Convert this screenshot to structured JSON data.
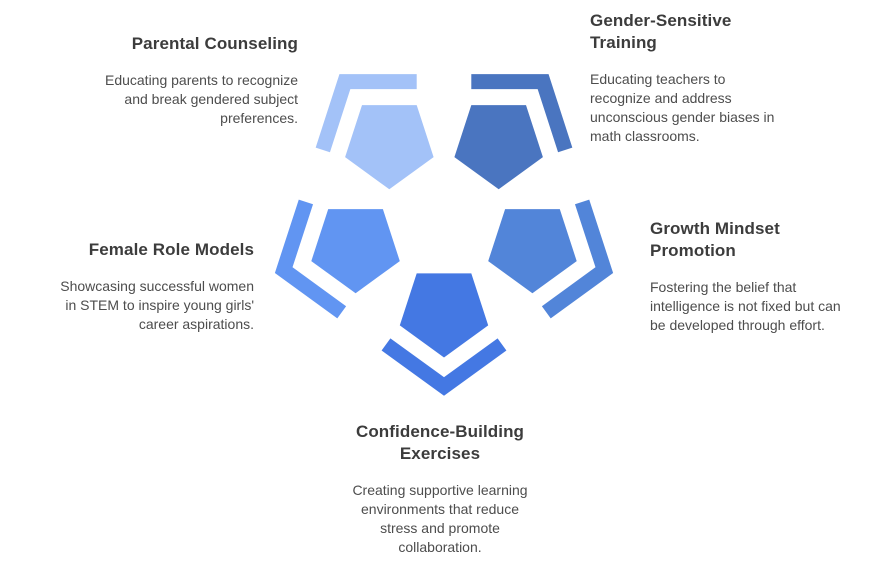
{
  "background": "#ffffff",
  "text_colors": {
    "heading": "#3c3c3c",
    "body": "#4d4d4d"
  },
  "units": [
    {
      "id": "parental-counseling",
      "title_lines": [
        "Parental Counseling"
      ],
      "desc_lines": [
        "Educating parents to recognize",
        "and break gendered subject",
        "preferences."
      ],
      "color": "#a3c2f8"
    },
    {
      "id": "gender-sensitive-training",
      "title_lines": [
        "Gender-Sensitive",
        "Training"
      ],
      "desc_lines": [
        "Educating teachers to",
        "recognize and address",
        "unconscious gender biases in",
        "math classrooms."
      ],
      "color": "#4a75c0"
    },
    {
      "id": "female-role-models",
      "title_lines": [
        "Female Role Models"
      ],
      "desc_lines": [
        "Showcasing successful women",
        "in STEM to inspire young girls'",
        "career aspirations."
      ],
      "color": "#6195f2"
    },
    {
      "id": "growth-mindset-promotion",
      "title_lines": [
        "Growth Mindset",
        "Promotion"
      ],
      "desc_lines": [
        "Fostering the belief that",
        "intelligence is not fixed but can",
        "be developed through effort."
      ],
      "color": "#5285d9"
    },
    {
      "id": "confidence-building-exercises",
      "title_lines": [
        "Confidence-Building",
        "Exercises"
      ],
      "desc_lines": [
        "Creating supportive learning",
        "environments that reduce",
        "stress and promote",
        "collaboration."
      ],
      "color": "#4478e3"
    }
  ]
}
